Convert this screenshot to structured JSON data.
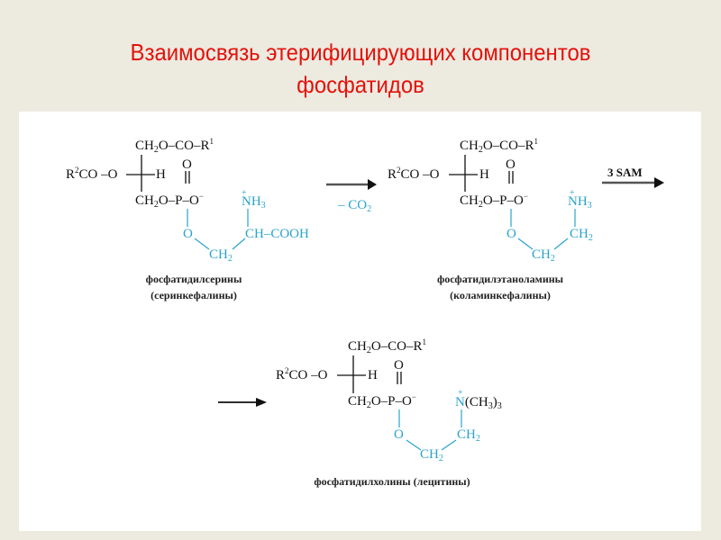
{
  "slide": {
    "title_line1": "Взаимосвязь этерифицирующих компонентов",
    "title_line2": "фосфатидов",
    "title_color": "#e3120b",
    "background_color": "#edeae0"
  },
  "diagram": {
    "molecules": [
      {
        "name": "фосфатидилсерины",
        "alt_name": "(серинкефалины)",
        "headgroup": "CH–COOH",
        "amine": "NH3+"
      },
      {
        "name": "фосфатидилэтаноламины",
        "alt_name": "(коламинкефалины)",
        "headgroup": "CH2",
        "amine": "NH3+"
      },
      {
        "name": "фосфатидилхолины (лецитины)",
        "alt_name": "",
        "headgroup": "CH2",
        "amine": "N+(CH3)3"
      }
    ],
    "arrows": [
      {
        "label_below": "– CO2",
        "label_color": "#2aa3cc"
      },
      {
        "label_above": "3 SAM"
      },
      {
        "label_above": ""
      }
    ],
    "common_labels": {
      "ch2o_co_r1": "CH2O–CO–R1",
      "r2co_o": "R2CO–O",
      "h": "H",
      "phosphate_o": "O",
      "ch2o_p_o": "CH2O–P–O−",
      "ester_o": "O",
      "ch2_link": "CH2"
    },
    "accent_color": "#2aa3cc"
  }
}
